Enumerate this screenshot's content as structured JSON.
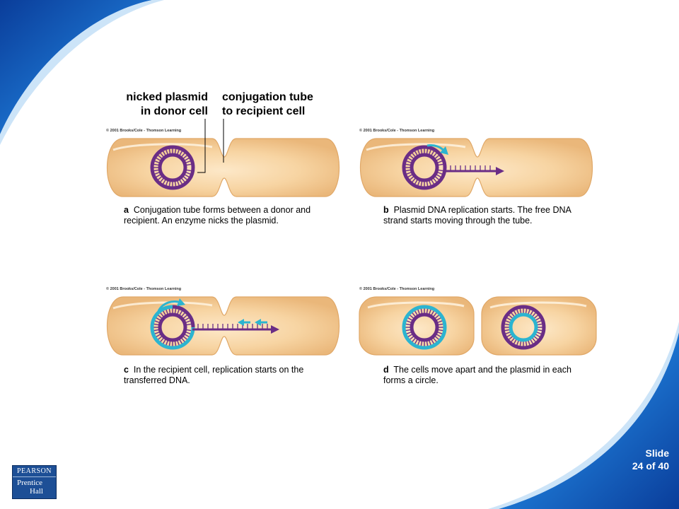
{
  "callouts": {
    "left_line1": "nicked plasmid",
    "left_line2": "in donor cell",
    "right_line1": "conjugation tube",
    "right_line2": "to recipient cell"
  },
  "copyright": "© 2001 Brooks/Cole - Thomson Learning",
  "panels": [
    {
      "letter": "a",
      "caption": "Conjugation tube forms between a donor and recipient. An enzyme nicks the plasmid."
    },
    {
      "letter": "b",
      "caption": "Plasmid DNA replication starts. The free DNA strand starts moving through the tube."
    },
    {
      "letter": "c",
      "caption": "In the recipient cell, replication starts on the transferred DNA."
    },
    {
      "letter": "d",
      "caption": "The cells move apart and  the plasmid in each forms a circle."
    }
  ],
  "slide": {
    "label": "Slide",
    "counter": "24 of 40"
  },
  "logo": {
    "brand": "PEARSON",
    "line1": "Prentice",
    "line2": "Hall"
  },
  "colors": {
    "purple_strand": "#6a2d86",
    "cyan_strand": "#2cb4d0",
    "cell_fill": "#f5cb90",
    "background_blue": "#1565c4"
  }
}
